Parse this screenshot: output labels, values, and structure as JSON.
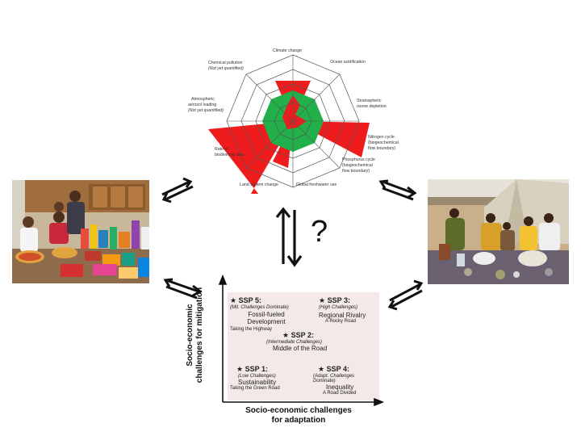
{
  "boundaries": {
    "climate_change": "Climate change",
    "ocean_acidification": "Ocean acidification",
    "stratospheric_ozone": [
      "Stratospheric",
      "ozone depletion"
    ],
    "nitrogen_cycle": [
      "Nitrogen cycle",
      "(biogeochemical",
      "flow boundary)"
    ],
    "phosphorus_cycle": [
      "Phosphorus cycle",
      "(biogeochemical",
      "flow boundary)"
    ],
    "global_freshwater": "Global freshwater use",
    "land_system": "Land system change",
    "biodiversity": [
      "Rate of",
      "biodiversity loss"
    ],
    "atmospheric_aerosol": [
      "Atmospheric",
      "aerosol loading",
      "(Not yet quantified)"
    ],
    "chemical_pollution": [
      "Chemical pollution",
      "(Not yet quantified)"
    ]
  },
  "question_mark": "?",
  "ssp": {
    "y_axis": [
      "Socio-economic",
      "challenges for mitigation"
    ],
    "x_axis": [
      "Socio-economic challenges",
      "for adaptation"
    ],
    "ssp5": {
      "star": "★",
      "title": "SSP 5:",
      "sub": "(Mit. Challenges Dominate)",
      "name": [
        "Fossil-fueled",
        "Development"
      ],
      "tag": "Taking the Highway"
    },
    "ssp3": {
      "star": "★",
      "title": "SSP 3:",
      "sub": "(High Challenges)",
      "name": [
        "Regional Rivalry"
      ],
      "tag": "A Rocky Road"
    },
    "ssp2": {
      "star": "★",
      "title": "SSP 2:",
      "sub": "(Intermediate Challenges)",
      "name": [
        "Middle of the Road"
      ],
      "tag": ""
    },
    "ssp1": {
      "star": "★",
      "title": "SSP 1:",
      "sub": "(Low Challenges)",
      "name": [
        "Sustainability"
      ],
      "tag": "Taking the Green Road"
    },
    "ssp4": {
      "star": "★",
      "title": "SSP 4:",
      "sub": "(Adapt. Challenges Dominate)",
      "name": [
        "Inequality"
      ],
      "tag": "A Road Divided"
    }
  },
  "colors": {
    "red": "#ee1c1c",
    "green": "#22b04a",
    "arrow": "#111111",
    "panel": "#f3e9e9"
  }
}
